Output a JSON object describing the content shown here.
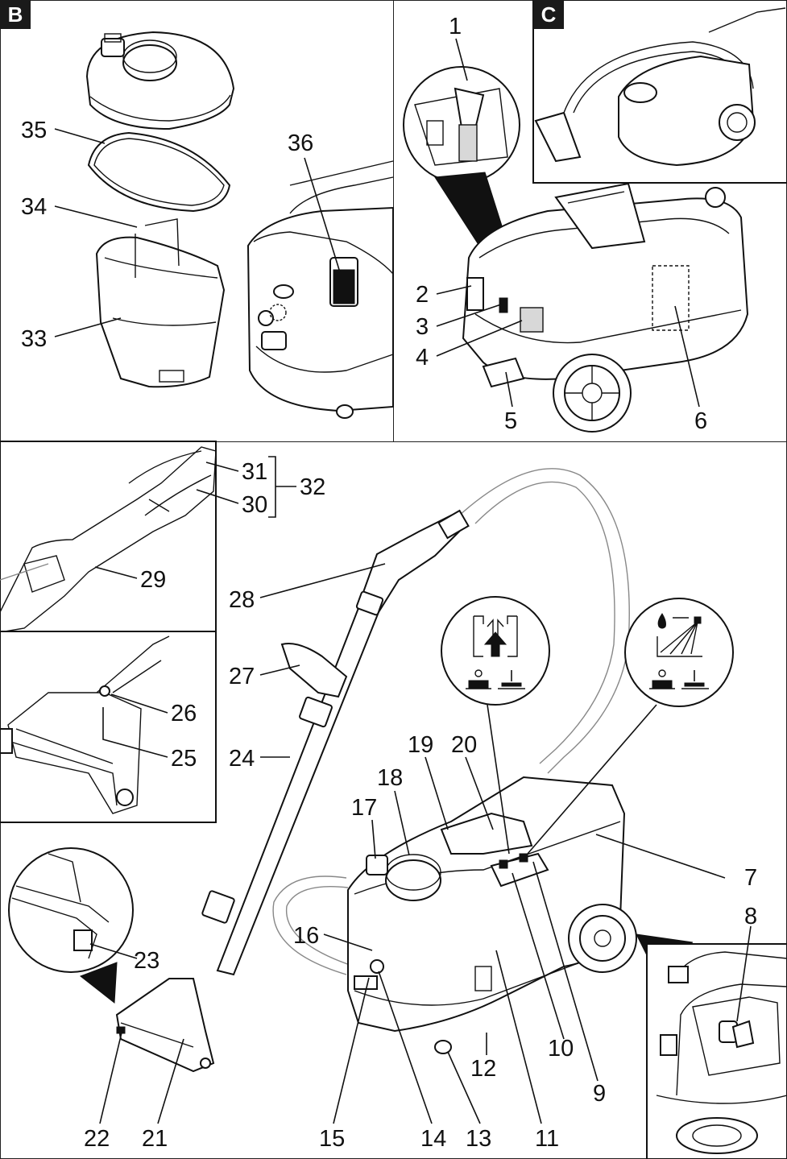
{
  "panels": {
    "b": {
      "tag": "B"
    },
    "c": {
      "tag": "C"
    }
  },
  "callouts": {
    "n1": "1",
    "n2": "2",
    "n3": "3",
    "n4": "4",
    "n5": "5",
    "n6": "6",
    "n7": "7",
    "n8": "8",
    "n9": "9",
    "n10": "10",
    "n11": "11",
    "n12": "12",
    "n13": "13",
    "n14": "14",
    "n15": "15",
    "n16": "16",
    "n17": "17",
    "n18": "18",
    "n19": "19",
    "n20": "20",
    "n21": "21",
    "n22": "22",
    "n23": "23",
    "n24": "24",
    "n25": "25",
    "n26": "26",
    "n27": "27",
    "n28": "28",
    "n29": "29",
    "n30": "30",
    "n31": "31",
    "n32": "32",
    "n33": "33",
    "n34": "34",
    "n35": "35",
    "n36": "36"
  },
  "icons": {
    "suction": "suction-mode-symbol-icon",
    "spray": "spray-mode-symbol-icon"
  }
}
